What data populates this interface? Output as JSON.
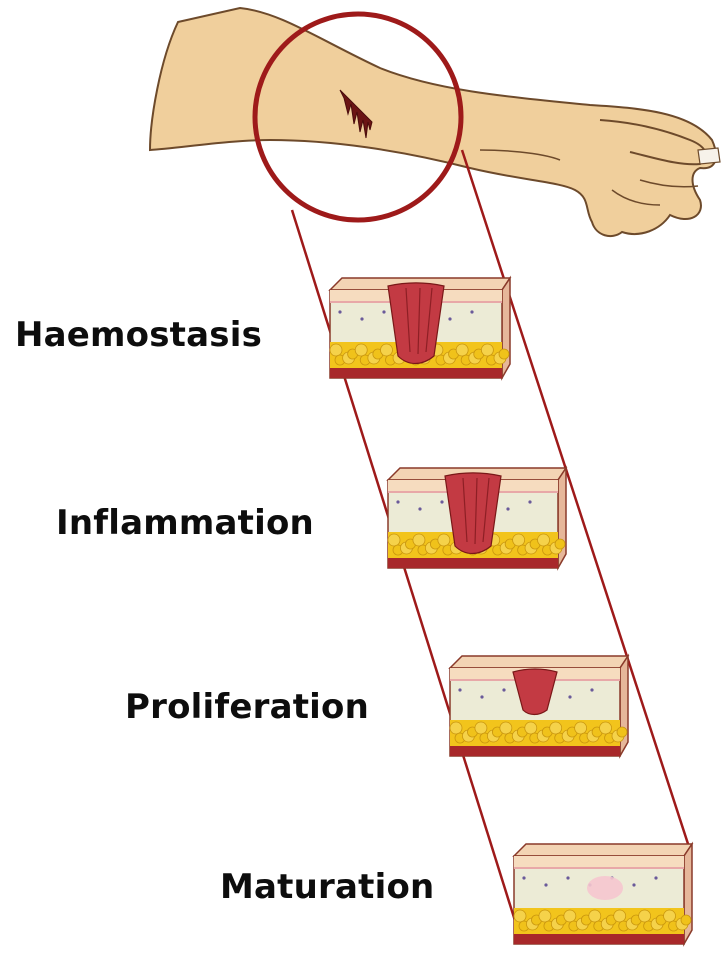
{
  "stages": [
    {
      "id": "haemostasis",
      "label": "Haemostasis"
    },
    {
      "id": "inflammation",
      "label": "Inflammation"
    },
    {
      "id": "proliferation",
      "label": "Proliferation"
    },
    {
      "id": "maturation",
      "label": "Maturation"
    }
  ],
  "colors": {
    "connector": "#9e1a1a",
    "skin": "#f0cf9c",
    "skin_outline": "#6d4a2b",
    "epidermis": "#f6dcbf",
    "dermis": "#ecebd6",
    "fat": "#f2c41c",
    "wound": "#c33a43",
    "base": "#a8282a"
  }
}
